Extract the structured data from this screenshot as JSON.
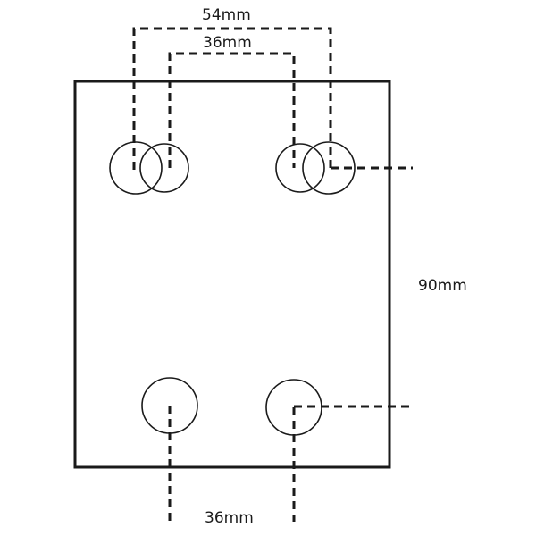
{
  "diagram": {
    "labels": {
      "top_outer_spacing": "54mm",
      "top_inner_spacing": "36mm",
      "vertical_spacing": "90mm",
      "bottom_spacing": "36mm"
    },
    "colors": {
      "line": "#1a1a1a",
      "background": "#ffffff"
    }
  }
}
